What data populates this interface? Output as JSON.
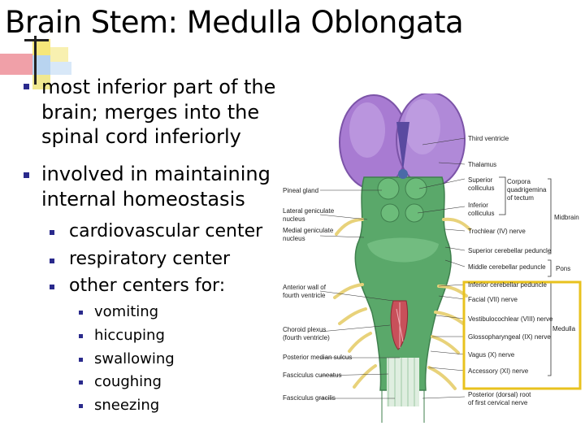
{
  "slide": {
    "title": "Brain Stem: Medulla Oblongata",
    "bullets": [
      {
        "lines": [
          "most inferior part of the",
          "brain; merges into the",
          "spinal cord inferiorly"
        ]
      },
      {
        "lines": [
          "involved in maintaining",
          "internal homeostasis"
        ]
      }
    ],
    "sub_bullets": [
      "cardiovascular center",
      "respiratory center",
      "other centers for:"
    ],
    "sub_sub_bullets": [
      "vomiting",
      "hiccuping",
      "swallowing",
      "coughing",
      "sneezing"
    ]
  },
  "figure": {
    "labels_left": [
      "Pineal gland",
      "Lateral geniculate",
      "nucleus",
      "Medial geniculate",
      "nucleus",
      "Anterior wall of",
      "fourth ventricle",
      "Choroid plexus",
      "(fourth ventricle)",
      "Posterior median sulcus",
      "Fasciculus cuneatus",
      "Fasciculus gracilis"
    ],
    "labels_right": [
      "Third ventricle",
      "Thalamus",
      "Superior",
      "colliculus",
      "Inferior",
      "colliculus",
      "Corpora",
      "quadrigemina",
      "of tectum",
      "Trochlear (IV) nerve",
      "Superior cerebellar peduncle",
      "Middle cerebellar peduncle",
      "Inferior cerebellar peduncle",
      "Facial (VII) nerve",
      "Vestibulocochlear (VIII) nerve",
      "Glossopharyngeal (IX) nerve",
      "Vagus (X) nerve",
      "Accessory (XI) nerve",
      "Posterior (dorsal) root",
      "of first cervical nerve"
    ],
    "regions": [
      "Midbrain",
      "Pons",
      "Medulla"
    ],
    "colors": {
      "thalamus": "#a87bd2",
      "stem": "#5aa86a",
      "highlight": "#e8c21e",
      "nerve": "#e8d27a"
    }
  }
}
